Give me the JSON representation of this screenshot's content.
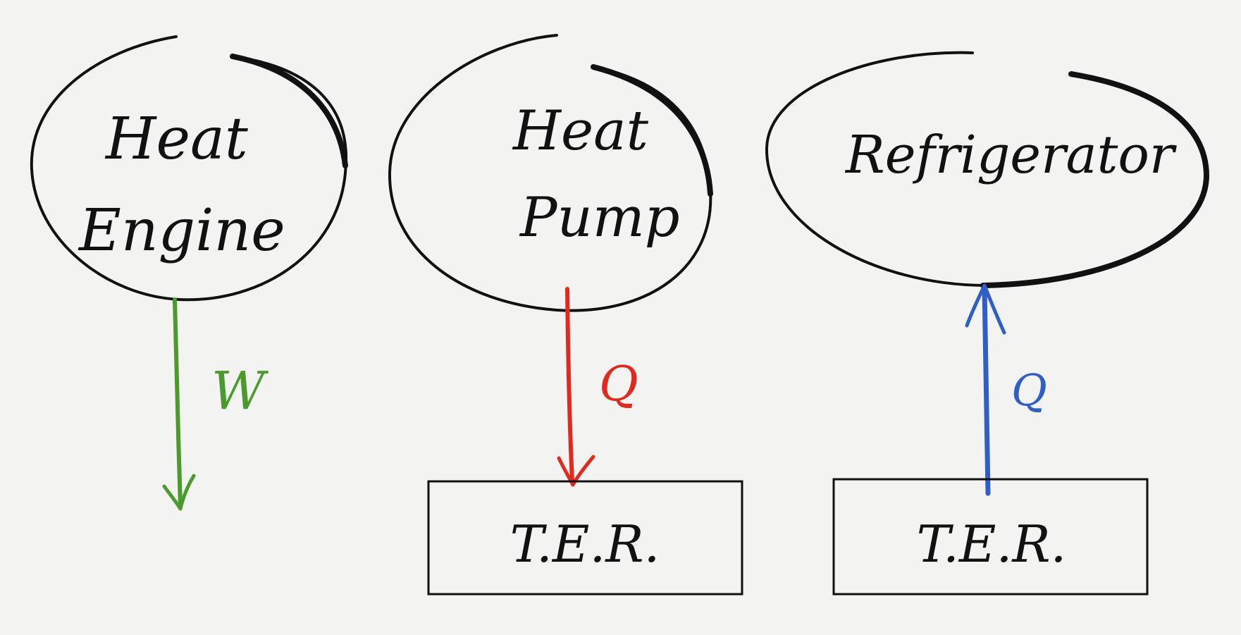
{
  "nodes": {
    "heat_engine": {
      "line1": "Heat",
      "line2": "Engine"
    },
    "heat_pump": {
      "line1": "Heat",
      "line2": "Pump"
    },
    "refrigerator": {
      "label": "Refrigerator"
    },
    "ter_left": {
      "label": "T.E.R."
    },
    "ter_right": {
      "label": "T.E.R."
    }
  },
  "arrows": {
    "work": {
      "label": "W",
      "color": "#4a9a2e"
    },
    "heat_out": {
      "label": "Q",
      "color": "#e02a1f"
    },
    "heat_in": {
      "label": "Q",
      "color": "#2f5fc4"
    }
  },
  "colors": {
    "ink": "#111111",
    "background": "#f3f3f1"
  }
}
